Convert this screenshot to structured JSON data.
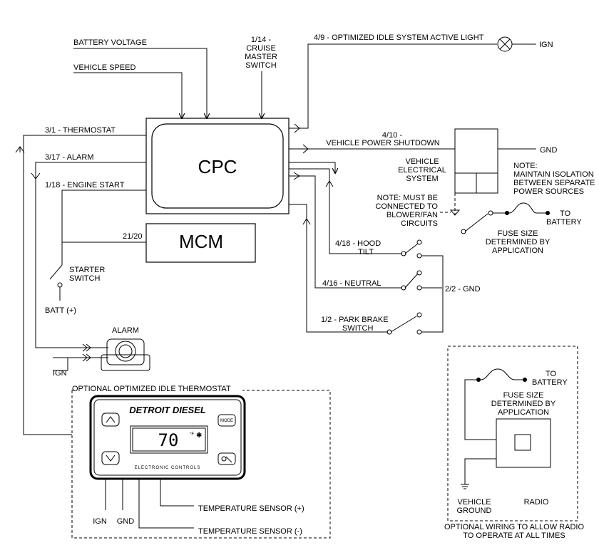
{
  "blocks": {
    "cpc": "CPC",
    "mcm": "MCM"
  },
  "labels": {
    "battery_voltage": "BATTERY VOLTAGE",
    "vehicle_speed": "VEHICLE SPEED",
    "cruise_1": "1/14 -",
    "cruise_2": "CRUISE",
    "cruise_3": "MASTER",
    "cruise_4": "SWITCH",
    "idle_light": "4/9 - OPTIMIZED IDLE SYSTEM ACTIVE LIGHT",
    "ign_top": "IGN",
    "thermostat": "3/1 - THERMOSTAT",
    "alarm_wire": "3/17 - ALARM",
    "engine_start": "1/18 - ENGINE START",
    "mcm_wire": "21/20",
    "shutdown_1": "4/10 -",
    "shutdown_2": "VEHICLE POWER SHUTDOWN",
    "gnd_right": "GND",
    "ves_1": "VEHICLE",
    "ves_2": "ELECTRICAL",
    "ves_3": "SYSTEM",
    "iso_1": "NOTE:",
    "iso_2": "MAINTAIN ISOLATION",
    "iso_3": "BETWEEN SEPARATE",
    "iso_4": "POWER SOURCES",
    "blower_1": "NOTE: MUST BE",
    "blower_2": "CONNECTED TO",
    "blower_3": "BLOWER/FAN",
    "blower_4": "CIRCUITS",
    "to_battery_1a": "TO",
    "to_battery_1b": "BATTERY",
    "fuse1_1": "FUSE SIZE",
    "fuse1_2": "DETERMINED BY",
    "fuse1_3": "APPLICATION",
    "hood_1": "4/18 - HOOD",
    "hood_2": "TILT",
    "neutral": "4/16 - NEUTRAL",
    "gnd_22": "2/2 - GND",
    "park_1": "1/2 - PARK BRAKE",
    "park_2": "SWITCH",
    "starter_1": "STARTER",
    "starter_2": "SWITCH",
    "batt": "BATT (+)",
    "alarm": "ALARM",
    "ign_alarm": "IGN",
    "thermo_title": "OPTIONAL OPTIMIZED IDLE THERMOSTAT",
    "brand": "DETROIT DIESEL",
    "brand_sub": "ELECTRONIC CONTROLS",
    "mode": "MODE",
    "temp_value": "70",
    "temp_unit": "°F",
    "ign_bottom": "IGN",
    "gnd_bottom": "GND",
    "temp_pos": "TEMPERATURE SENSOR (+)",
    "temp_neg": "TEMPERATURE SENSOR (-)",
    "to_battery_2a": "TO",
    "to_battery_2b": "BATTERY",
    "fuse2_1": "FUSE SIZE",
    "fuse2_2": "DETERMINED BY",
    "fuse2_3": "APPLICATION",
    "vg_1": "VEHICLE",
    "vg_2": "GROUND",
    "radio": "RADIO",
    "opt_1": "OPTIONAL WIRING TO ALLOW RADIO",
    "opt_2": "TO OPERATE AT ALL TIMES"
  }
}
